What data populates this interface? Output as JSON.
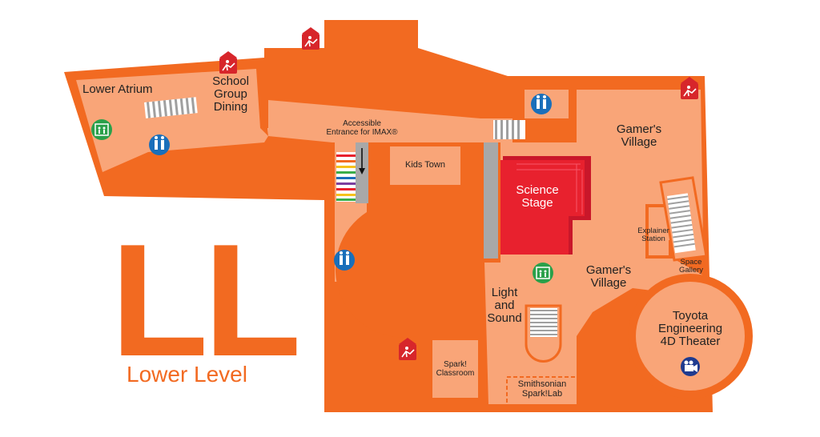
{
  "map": {
    "level_code": "LL",
    "level_name": "Lower Level",
    "rooms": {
      "lower_atrium": "Lower Atrium",
      "school_group_dining": "School\nGroup\nDining",
      "accessible_entrance": "Accessible\nEntrance for IMAX®",
      "kids_town": "Kids Town",
      "science_stage": "Science\nStage",
      "gamers_village_top": "Gamer's\nVillage",
      "gamers_village_mid": "Gamer's\nVillage",
      "explainer_station": "Explainer\nStation",
      "space_gallery": "Space\nGallery",
      "light_and_sound": "Light\nand\nSound",
      "toyota_theater": "Toyota\nEngineering\n4D Theater",
      "spark_classroom": "Spark!\nClassroom",
      "spark_lab": "Smithsonian\nSpark!Lab"
    },
    "icons": [
      "exit-icon",
      "elevator-icon",
      "restroom-icon",
      "stairs-icon",
      "escalator-icon",
      "film-camera-icon"
    ]
  },
  "colors": {
    "wall": "#f26a21",
    "floor": "#f9a578",
    "stage": "#e8212e",
    "exit": "#d7262b",
    "restroom": "#1a6fba",
    "elevator": "#2aa04a",
    "theater_icon": "#1f3b8f"
  }
}
